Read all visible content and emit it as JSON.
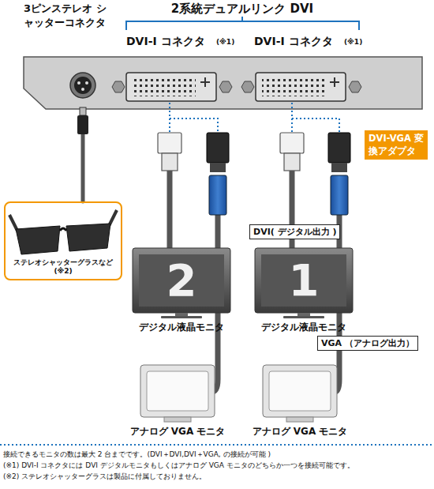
{
  "diagram": {
    "nodes": [
      {
        "text": [
          "DVI-VGA 変換アダプタ"
        ]
      },
      {
        "text": [
          "ステレオシャッターグラスなど (※2)"
        ]
      },
      {
        "text": [
          "DVI( デジタル出力 )"
        ]
      },
      {
        "text": [
          "2",
          "デジタル液晶モニタ"
        ]
      },
      {
        "text": [
          "1",
          "デジタル液晶モニタ"
        ]
      },
      {
        "text": [
          "VGA （アナログ出力）"
        ]
      },
      {
        "text": [
          "アナログ VGA モニタ"
        ]
      },
      {
        "text": [
          "アナログ VGA モニタ"
        ]
      }
    ],
    "labels": [
      "3ピンステレオ シャッターコネクタ",
      "2系統デュアルリンク DVI",
      "DVI-I コネクタ",
      "(※1)",
      "DVI-I コネクタ",
      "(※1)",
      "接続できるモニタの数は最大 2 台までです。(DVI＋DVI,DVI＋VGA, の接続が可能 )",
      "(※1) DVI-I コネクタには DVI デジタルモニタもしくはアナログ VGA モニタのどちらか一つを接続可能です。",
      "(※2) ステレオシャッターグラスは製品に付属しておりません。"
    ]
  }
}
